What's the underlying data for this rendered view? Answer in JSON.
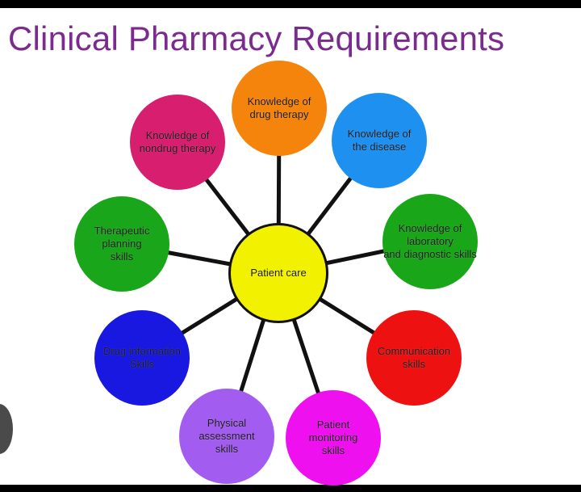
{
  "title": "Clinical Pharmacy Requirements",
  "diagram": {
    "center": {
      "label": "Patient care",
      "color": "#f2f200"
    },
    "spoke_color": "#111111",
    "nodes": [
      {
        "id": "drug-therapy",
        "label": "Knowledge of\ndrug therapy",
        "color": "#f5840c"
      },
      {
        "id": "disease",
        "label": "Knowledge of\nthe disease",
        "color": "#1e90f0"
      },
      {
        "id": "laboratory",
        "label": "Knowledge of\nlaboratory\nand diagnostic skills",
        "color": "#19a619"
      },
      {
        "id": "communication",
        "label": "Communication\nskills",
        "color": "#ee1111"
      },
      {
        "id": "patient-monitoring",
        "label": "Patient\nmonitoring\nskills",
        "color": "#ee10ee"
      },
      {
        "id": "physical-assessment",
        "label": "Physical\nassessment\nskills",
        "color": "#a35cf0"
      },
      {
        "id": "drug-information",
        "label": "Drug information\nSkills",
        "color": "#1818e0"
      },
      {
        "id": "therapeutic-planning",
        "label": "Therapeutic\nplanning\nskills",
        "color": "#1aa61a"
      },
      {
        "id": "nondrug-therapy",
        "label": "Knowledge of\nnondrug therapy",
        "color": "#d81e6e"
      }
    ]
  }
}
